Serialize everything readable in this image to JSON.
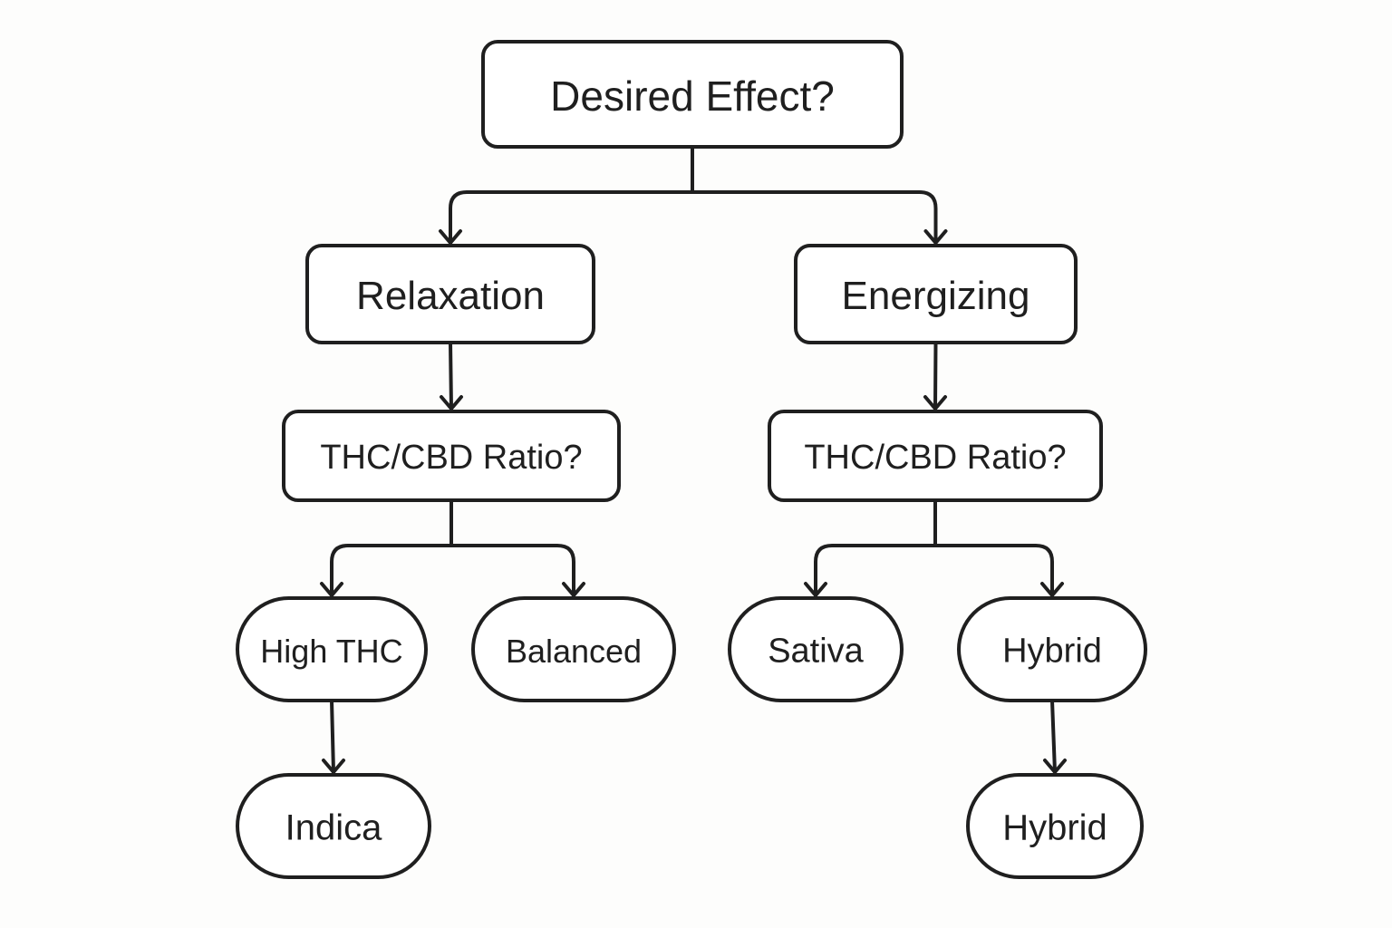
{
  "diagram": {
    "nodes": [
      {
        "id": "root",
        "label": "Desired Effect?",
        "shape": "rect"
      },
      {
        "id": "relaxation",
        "label": "Relaxation",
        "shape": "rect"
      },
      {
        "id": "energizing",
        "label": "Energizing",
        "shape": "rect"
      },
      {
        "id": "ratio_left",
        "label": "THC/CBD Ratio?",
        "shape": "rect"
      },
      {
        "id": "ratio_right",
        "label": "THC/CBD Ratio?",
        "shape": "rect"
      },
      {
        "id": "high_thc",
        "label": "High THC",
        "shape": "oval"
      },
      {
        "id": "balanced",
        "label": "Balanced",
        "shape": "oval"
      },
      {
        "id": "sativa",
        "label": "Sativa",
        "shape": "oval"
      },
      {
        "id": "hybrid_1",
        "label": "Hybrid",
        "shape": "oval"
      },
      {
        "id": "indica",
        "label": "Indica",
        "shape": "oval"
      },
      {
        "id": "hybrid_2",
        "label": "Hybrid",
        "shape": "oval"
      }
    ],
    "edges": [
      {
        "from": "root",
        "to": "relaxation"
      },
      {
        "from": "root",
        "to": "energizing"
      },
      {
        "from": "relaxation",
        "to": "ratio_left"
      },
      {
        "from": "energizing",
        "to": "ratio_right"
      },
      {
        "from": "ratio_left",
        "to": "high_thc"
      },
      {
        "from": "ratio_left",
        "to": "balanced"
      },
      {
        "from": "ratio_right",
        "to": "sativa"
      },
      {
        "from": "ratio_right",
        "to": "hybrid_1"
      },
      {
        "from": "high_thc",
        "to": "indica"
      },
      {
        "from": "hybrid_1",
        "to": "hybrid_2"
      }
    ]
  }
}
